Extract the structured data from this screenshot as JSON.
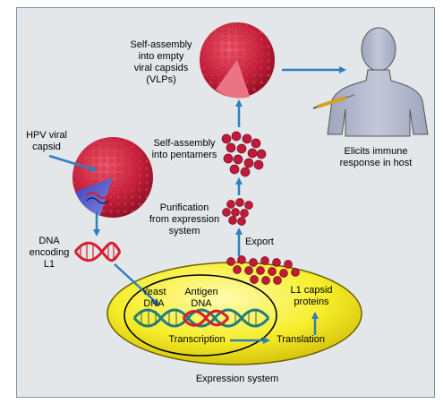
{
  "labels": {
    "vlp_assembly": [
      "Self-assembly",
      "into empty",
      "viral capsids",
      "(VLPs)"
    ],
    "hpv_capsid": [
      "HPV viral",
      "capsid"
    ],
    "pentamers": [
      "Self-assembly",
      "into pentamers"
    ],
    "purification": [
      "Purification",
      "from expression",
      "system"
    ],
    "export": "Export",
    "dna_l1": [
      "DNA",
      "encoding",
      "L1"
    ],
    "yeast_dna": [
      "Yeast",
      "DNA"
    ],
    "antigen_dna": [
      "Antigen",
      "DNA"
    ],
    "l1_proteins": [
      "L1 capsid",
      "proteins"
    ],
    "transcription": "Transcription",
    "translation": "Translation",
    "expression_system": "Expression system",
    "immune": [
      "Elicits immune",
      "response in host"
    ]
  },
  "colors": {
    "arrow": "#2f7fc0",
    "capsid": "#c0193a",
    "cell_fill": "#f4ef22",
    "human": "#aab0c6"
  }
}
